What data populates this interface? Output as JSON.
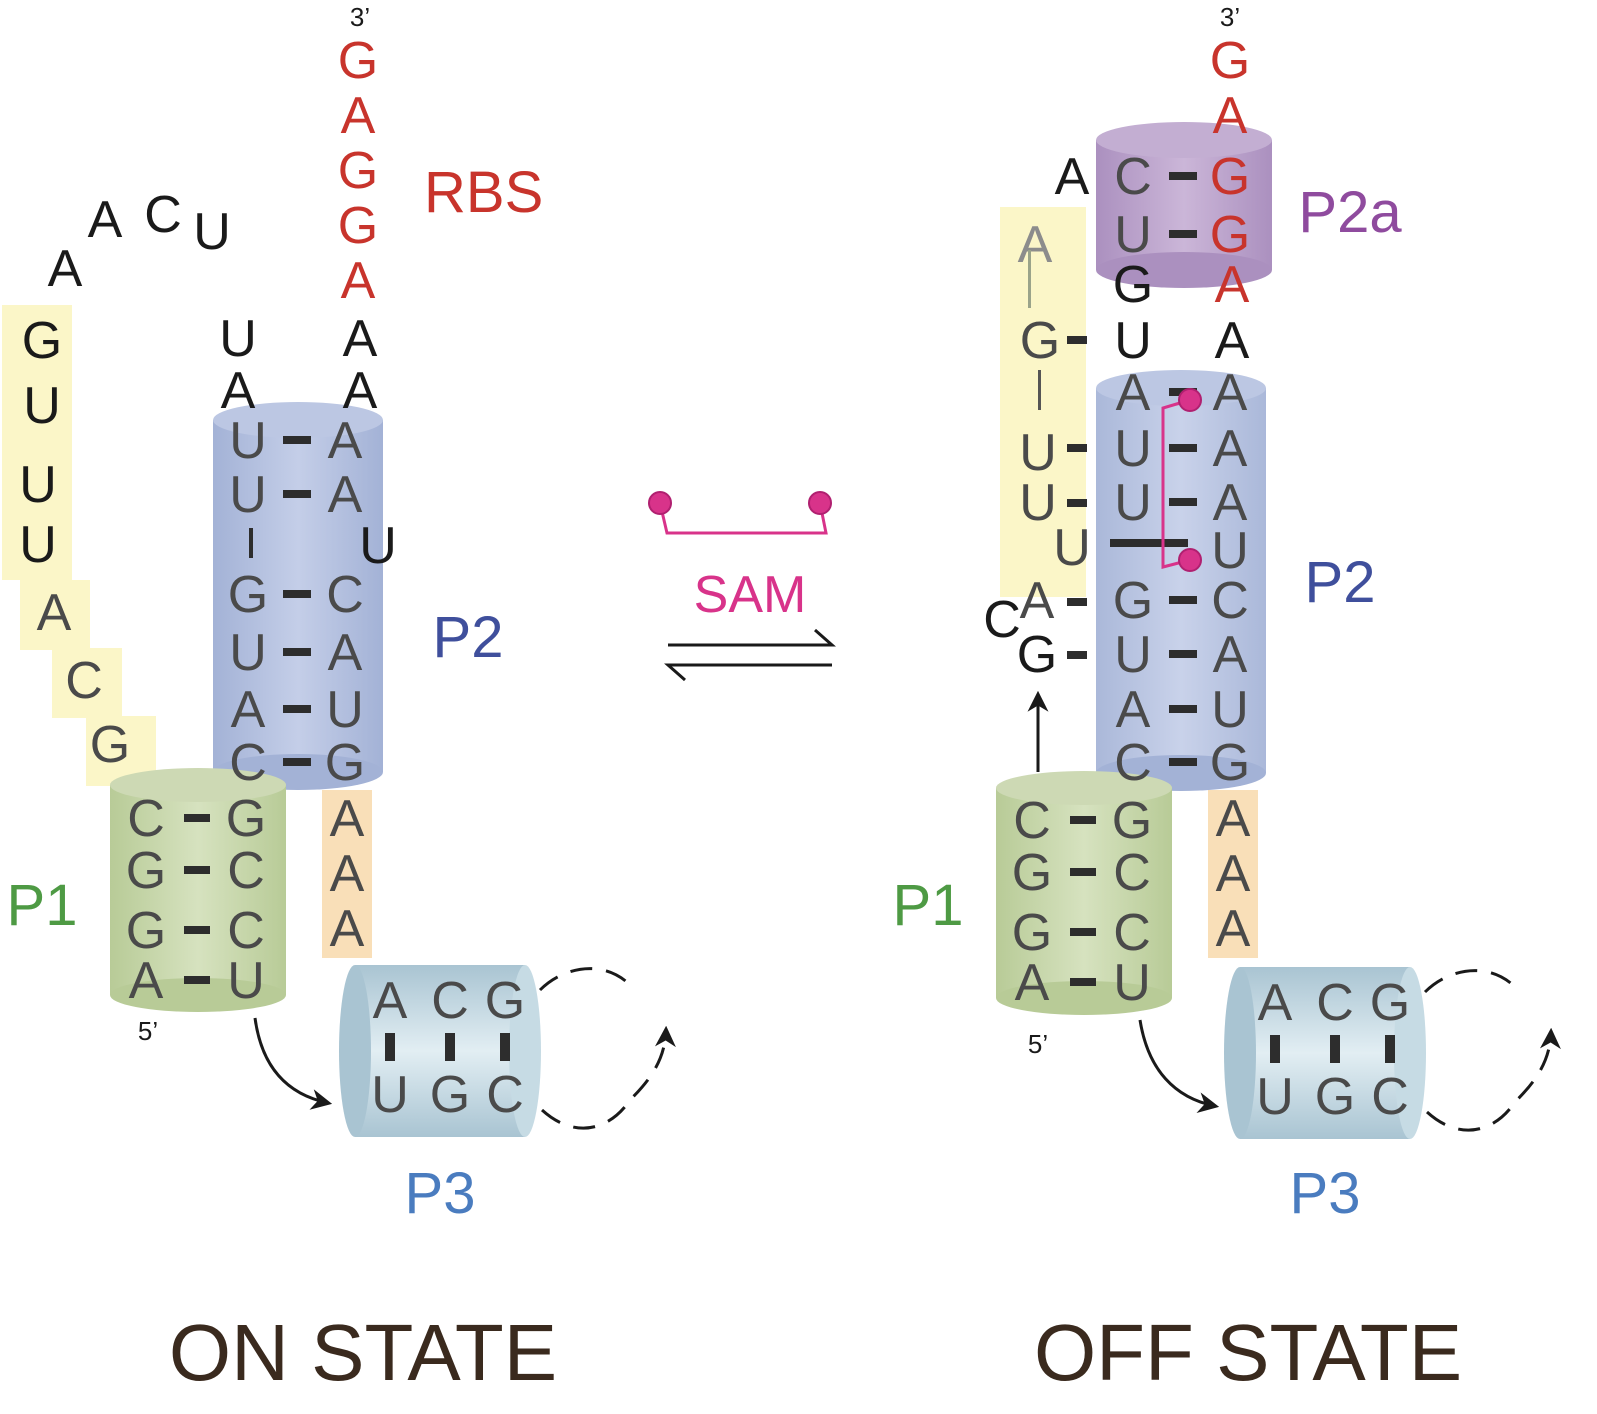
{
  "colors": {
    "rbs": "#c8342c",
    "p1_label": "#4e9a44",
    "p2_label": "#3f4f9c",
    "p3_label": "#4a7cbf",
    "p2a_label": "#8f4b9e",
    "sam": "#d8338a",
    "state_label": "#3a2a1e",
    "helix_p1": "#c5d5a8",
    "helix_p2": "#aebbd9",
    "helix_p3": "#b8d0dc",
    "helix_p2a": "#b89ec7",
    "highlight_yellow": "#fbf6c8",
    "highlight_orange": "#f9dfb8"
  },
  "sam": {
    "label": "SAM"
  },
  "on": {
    "state_label": "ON STATE",
    "three_prime": "3’",
    "five_prime": "5’",
    "rbs_label": "RBS",
    "p1_label": "P1",
    "p2_label": "P2",
    "p3_label": "P3",
    "rbs_seq": [
      "G",
      "A",
      "G",
      "G",
      "A"
    ],
    "right_top": [
      "A",
      "A"
    ],
    "left_top": [
      "U",
      "A"
    ],
    "loop": [
      "A",
      "A",
      "C",
      "U"
    ],
    "yellow_strand": [
      "G",
      "U",
      "U",
      "U",
      "A",
      "C",
      "G"
    ],
    "p2_rows": [
      {
        "l": "U",
        "r": "A"
      },
      {
        "l": "U",
        "r": "A"
      },
      {
        "l": "G",
        "r": "C"
      },
      {
        "l": "U",
        "r": "A"
      },
      {
        "l": "A",
        "r": "U"
      },
      {
        "l": "C",
        "r": "G"
      }
    ],
    "bulge": "U",
    "p1_rows": [
      {
        "l": "C",
        "r": "G"
      },
      {
        "l": "G",
        "r": "C"
      },
      {
        "l": "G",
        "r": "C"
      },
      {
        "l": "A",
        "r": "U"
      }
    ],
    "orange_strand": [
      "A",
      "A",
      "A"
    ],
    "p3_top": [
      "A",
      "C",
      "G"
    ],
    "p3_bottom": [
      "U",
      "G",
      "C"
    ]
  },
  "off": {
    "state_label": "OFF STATE",
    "three_prime": "3’",
    "five_prime": "5’",
    "p1_label": "P1",
    "p2_label": "P2",
    "p3_label": "P3",
    "p2a_label": "P2a",
    "rbs_top": [
      "G",
      "A"
    ],
    "p2a_rows": [
      {
        "l": "C",
        "r": "G"
      },
      {
        "l": "U",
        "r": "G"
      }
    ],
    "p2a_left_extra": "A",
    "mid_left": "G",
    "mid_right": "A",
    "gu_left": "U",
    "gu_right": "A",
    "yellow_strand": [
      "A",
      "G",
      "U",
      "U",
      "U",
      "A"
    ],
    "p2_rows": [
      {
        "l": "A",
        "r": "A"
      },
      {
        "l": "U",
        "r": "A"
      },
      {
        "l": "U",
        "r": "A"
      },
      {
        "l": "",
        "r": "U"
      },
      {
        "l": "G",
        "r": "C"
      },
      {
        "l": "U",
        "r": "A"
      },
      {
        "l": "A",
        "r": "U"
      },
      {
        "l": "C",
        "r": "G"
      }
    ],
    "extra_c": "C",
    "extra_g": "G",
    "p1_rows": [
      {
        "l": "C",
        "r": "G"
      },
      {
        "l": "G",
        "r": "C"
      },
      {
        "l": "G",
        "r": "C"
      },
      {
        "l": "A",
        "r": "U"
      }
    ],
    "orange_strand": [
      "A",
      "A",
      "A"
    ],
    "p3_top": [
      "A",
      "C",
      "G"
    ],
    "p3_bottom": [
      "U",
      "G",
      "C"
    ]
  }
}
